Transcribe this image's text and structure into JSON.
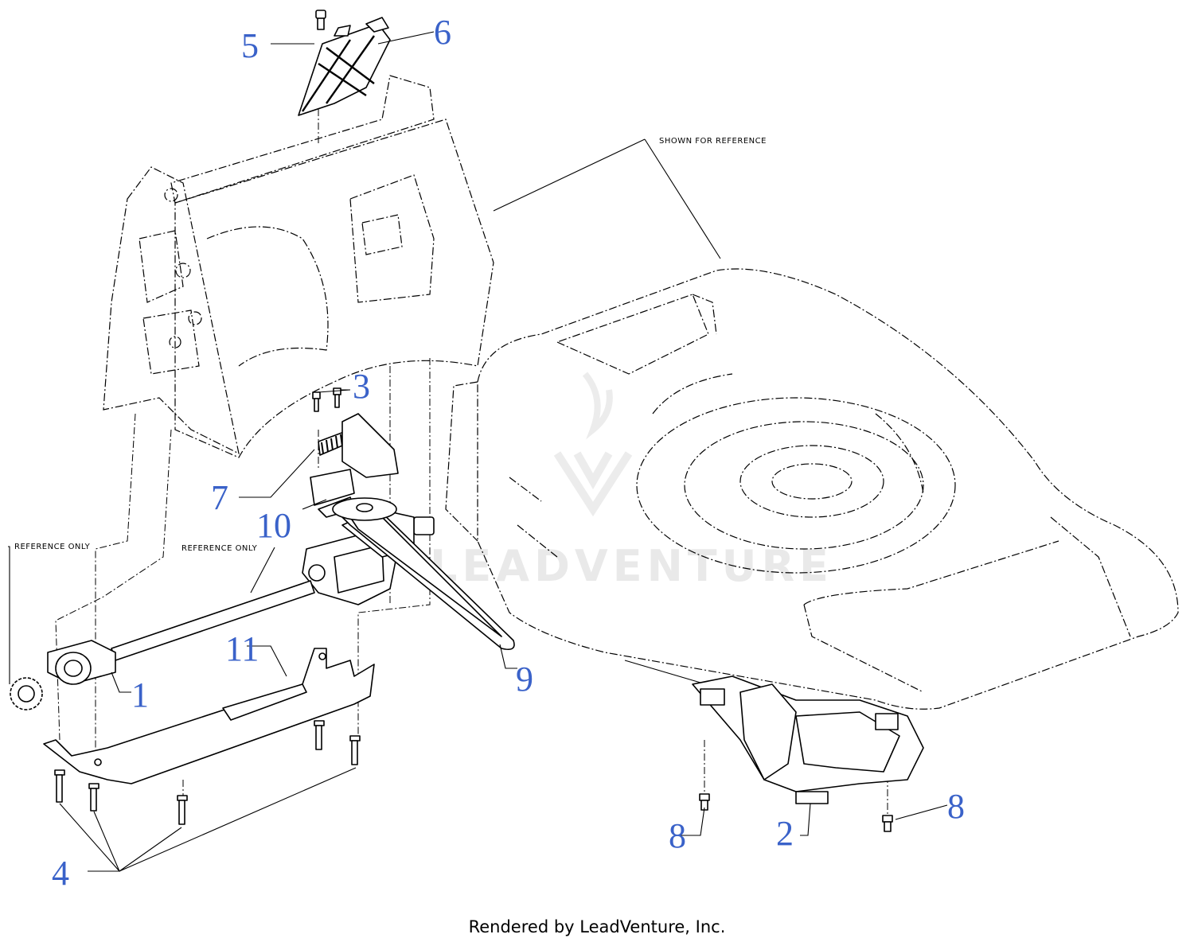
{
  "callouts": {
    "c1": "1",
    "c2": "2",
    "c3": "3",
    "c4": "4",
    "c5": "5",
    "c6": "6",
    "c7": "7",
    "c8a": "8",
    "c8b": "8",
    "c9": "9",
    "c10": "10",
    "c11": "11"
  },
  "notes": {
    "shown_for_reference": "SHOWN FOR REFERENCE",
    "reference_only_left": "REFERENCE ONLY",
    "reference_only_center": "REFERENCE ONLY"
  },
  "watermark": "LEADVENTURE",
  "footer": "Rendered by LeadVenture, Inc.",
  "colors": {
    "callout": "#3a62c9",
    "line": "#000000",
    "watermark": "#e9e9e9"
  }
}
